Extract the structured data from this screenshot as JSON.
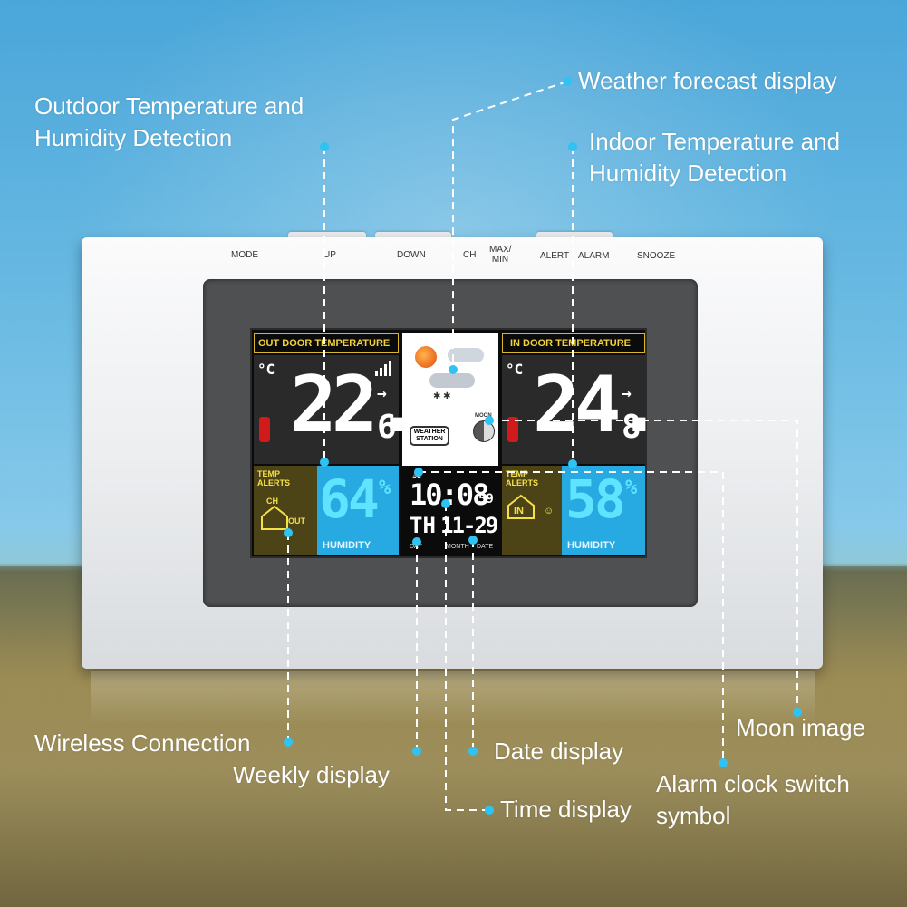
{
  "buttons": {
    "mode": "MODE",
    "up": "UP",
    "down": "DOWN",
    "ch": "CH",
    "max_min_1": "MAX/",
    "max_min_2": "MIN",
    "alert": "ALERT",
    "alarm": "ALARM",
    "snooze": "SNOOZE"
  },
  "display": {
    "outdoor_header": "OUT DOOR TEMPERATURE",
    "indoor_header": "IN DOOR TEMPERATURE",
    "celsius": "°C",
    "outdoor_temp_main": "22.",
    "outdoor_temp_decimal": "6",
    "indoor_temp_main": "24.",
    "indoor_temp_decimal": "8",
    "outdoor_humidity": "64",
    "indoor_humidity": "58",
    "percent": "%",
    "humidity_label": "HUMIDITY",
    "temp_alerts_1": "TEMP",
    "temp_alerts_2": "ALERTS",
    "channel": "CH",
    "out_label": "OUT",
    "in_label": "IN",
    "weather_station_1": "WEATHER",
    "weather_station_2": "STATION",
    "moon_label": "MOON",
    "time_hm": "10:08",
    "time_sec": "59",
    "day": "TH",
    "date": "11-29",
    "day_label": "DAY",
    "month_label": "MONTH",
    "date_label": "DATE"
  },
  "callouts": {
    "outdoor_1": "Outdoor Temperature and",
    "outdoor_2": "Humidity Detection",
    "forecast": "Weather forecast display",
    "indoor_1": "Indoor Temperature and",
    "indoor_2": "Humidity Detection",
    "wireless": "Wireless Connection",
    "weekly": "Weekly display",
    "date": "Date display",
    "time": "Time display",
    "moon": "Moon image",
    "alarm_1": "Alarm clock switch",
    "alarm_2": "symbol"
  },
  "colors": {
    "callout_dot": "#2ec3f2",
    "lcd_yellow": "#f2d23a",
    "humidity_blue": "#27a9e1",
    "lcd_cyan": "#5fe3ff"
  }
}
